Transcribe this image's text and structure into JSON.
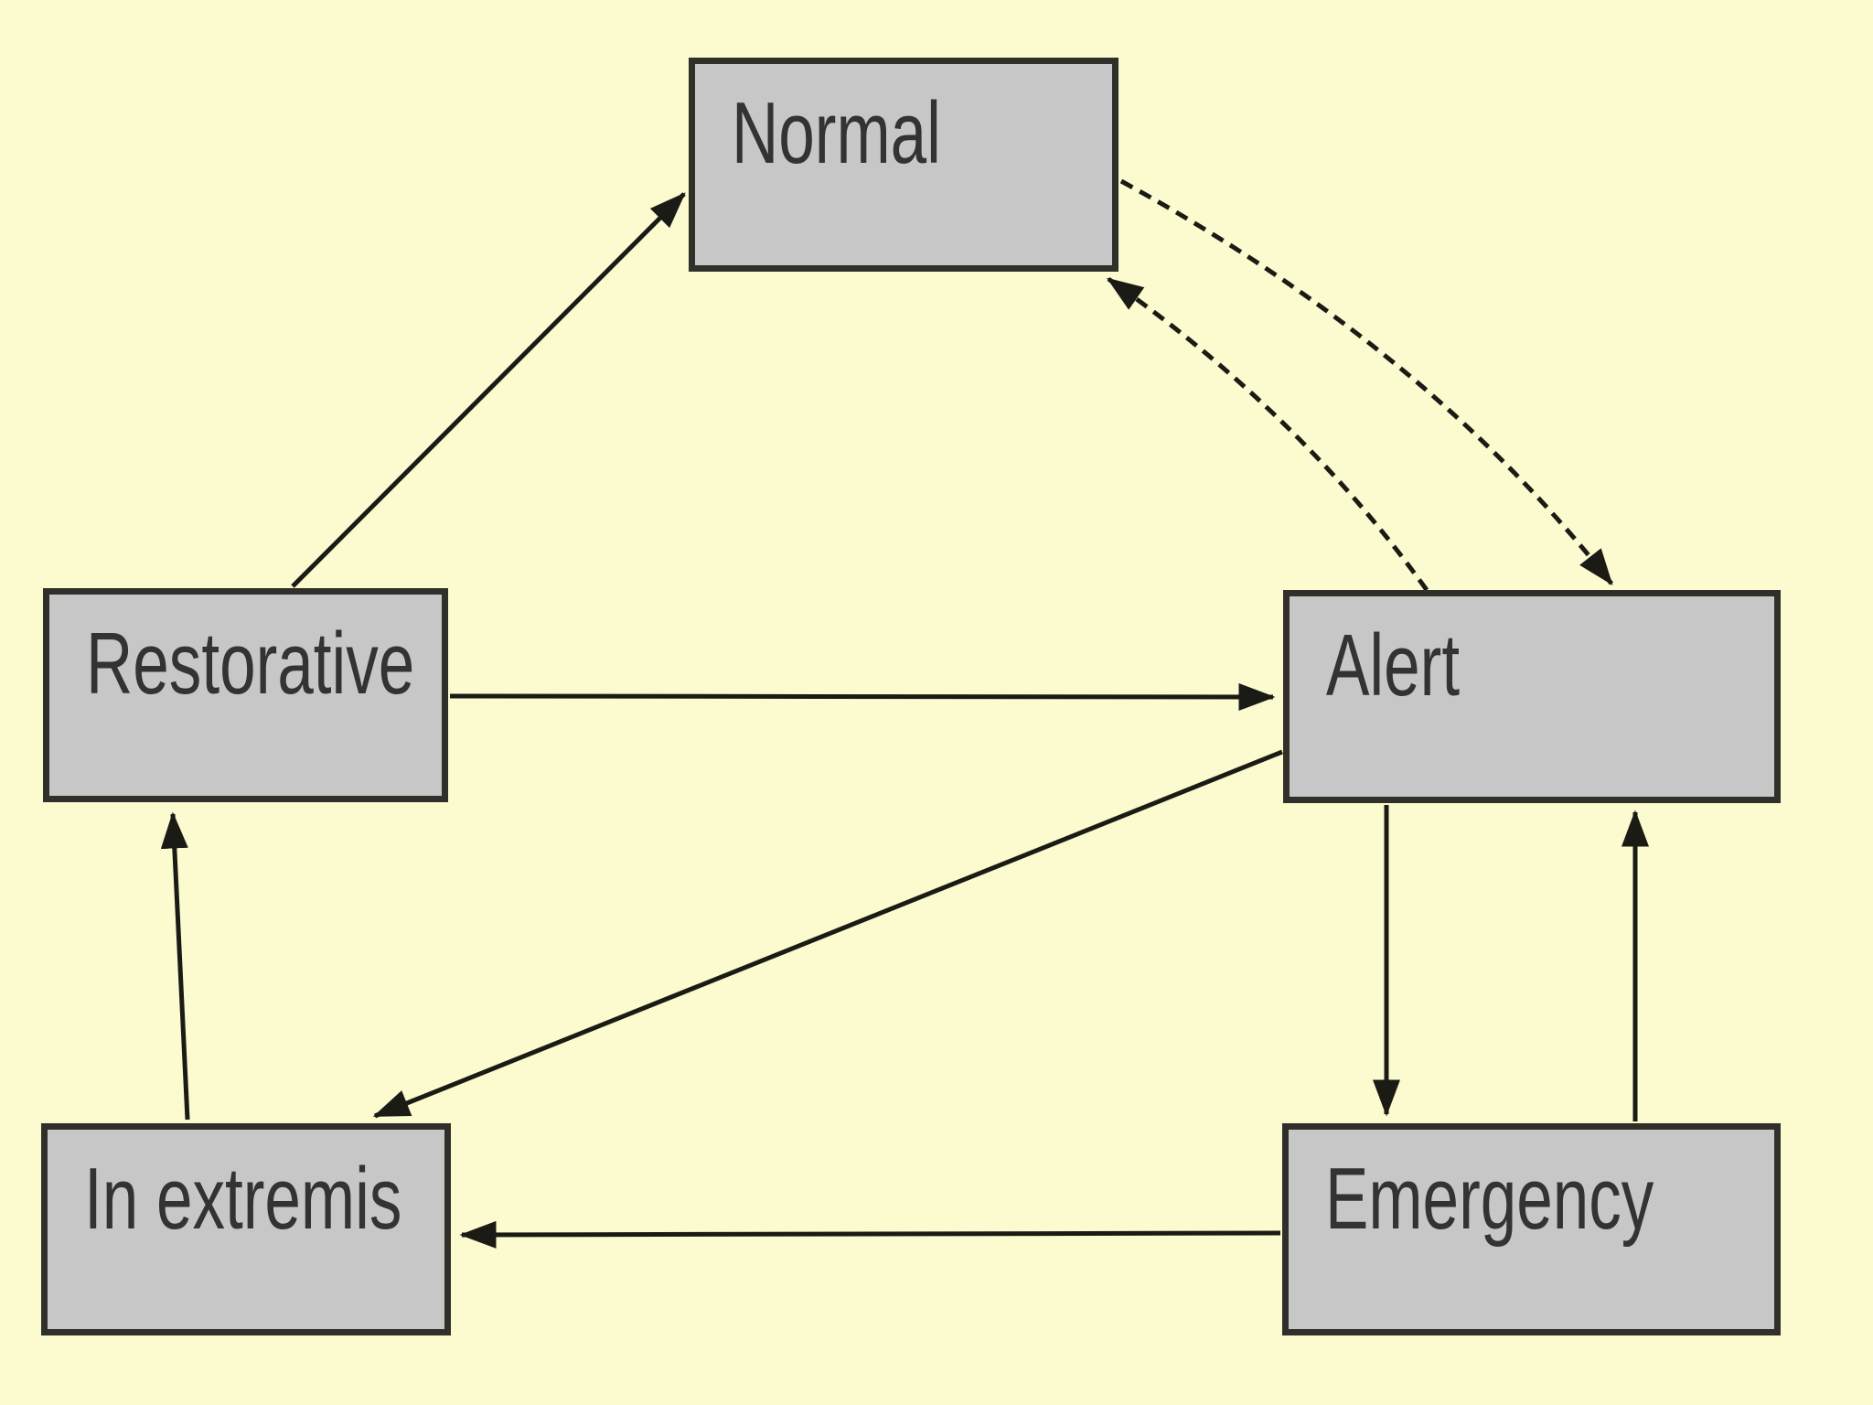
{
  "diagram": {
    "type": "state-transition-diagram",
    "states": [
      {
        "id": "normal",
        "label": "Normal"
      },
      {
        "id": "restorative",
        "label": "Restorative"
      },
      {
        "id": "alert",
        "label": "Alert"
      },
      {
        "id": "in-extremis",
        "label": "In extremis"
      },
      {
        "id": "emergency",
        "label": "Emergency"
      }
    ],
    "transitions": [
      {
        "from": "Restorative",
        "to": "Normal",
        "style": "solid"
      },
      {
        "from": "Restorative",
        "to": "Alert",
        "style": "solid"
      },
      {
        "from": "Normal",
        "to": "Alert",
        "style": "dashed"
      },
      {
        "from": "Alert",
        "to": "Normal",
        "style": "dashed"
      },
      {
        "from": "Alert",
        "to": "Emergency",
        "style": "solid"
      },
      {
        "from": "Emergency",
        "to": "Alert",
        "style": "solid"
      },
      {
        "from": "Alert",
        "to": "In extremis",
        "style": "solid"
      },
      {
        "from": "Emergency",
        "to": "In extremis",
        "style": "solid"
      },
      {
        "from": "In extremis",
        "to": "Restorative",
        "style": "solid"
      }
    ],
    "colors": {
      "background": "#FCFACF",
      "box_fill": "#C7C7C7",
      "box_border": "#30302A",
      "arrow": "#1B1B16",
      "text": "#333333"
    }
  }
}
